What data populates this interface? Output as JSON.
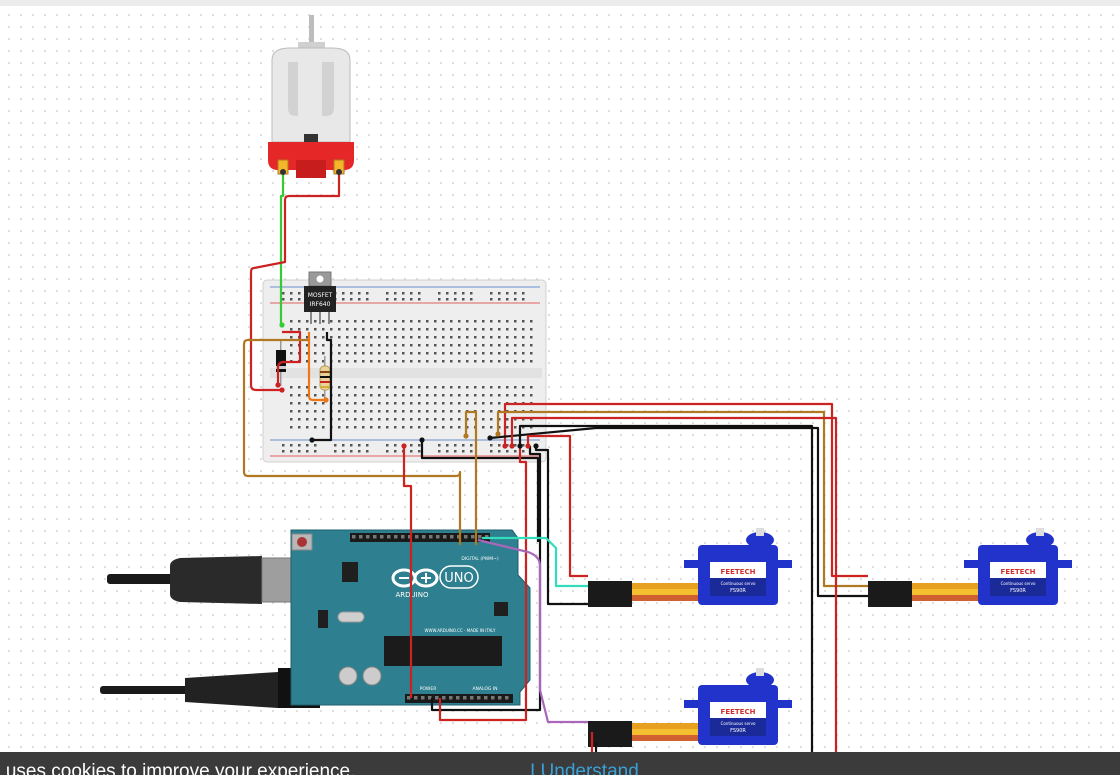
{
  "colors": {
    "wire_red": "#cc2222",
    "wire_black": "#111111",
    "wire_green": "#33cc33",
    "wire_orange": "#ee7711",
    "wire_brown": "#b07820",
    "wire_cyan": "#33ddbb",
    "wire_purple": "#aa66bb",
    "board_teal": "#2e7f8f",
    "servo_blue": "#2233cc",
    "breadboard": "#eeeeee"
  },
  "mosfet": {
    "label_line1": "MOSFET",
    "label_line2": "IRF640"
  },
  "arduino": {
    "brand": "ARDUINO",
    "model": "UNO",
    "digital_label": "DIGITAL (PWM~)",
    "power_label": "POWER",
    "analog_label": "ANALOG IN",
    "site": "WWW.ARDUINO.CC - MADE IN ITALY"
  },
  "servos": [
    {
      "brand": "FEETECH",
      "subtitle": "Continuous servo",
      "model": "FS90R"
    },
    {
      "brand": "FEETECH",
      "subtitle": "Continuous servo",
      "model": "FS90R"
    },
    {
      "brand": "FEETECH",
      "subtitle": "Continuous servo",
      "model": "FS90R"
    }
  ],
  "cookie_bar": {
    "text": "e uses cookies to improve your experience.",
    "link": "I Understand"
  }
}
